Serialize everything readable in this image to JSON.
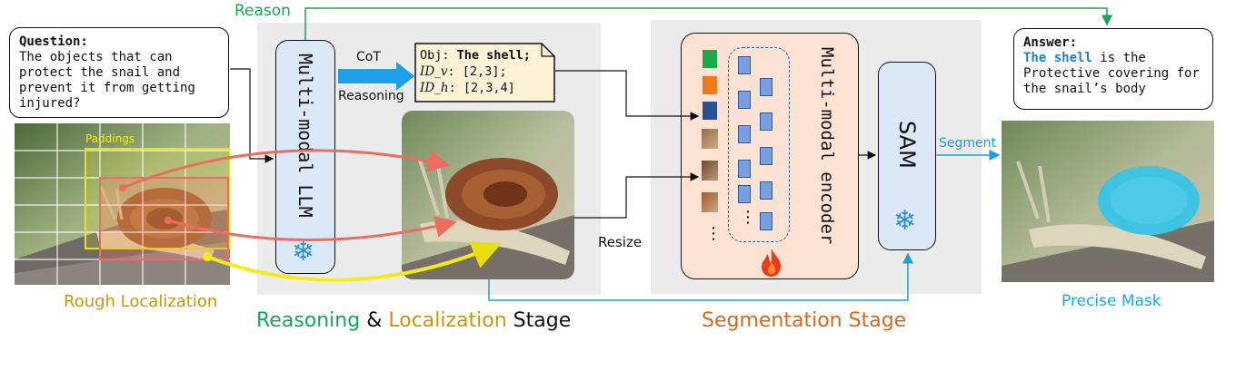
{
  "question": {
    "heading": "Question:",
    "text": "The objects that can protect the snail and prevent it from getting injured?"
  },
  "answer": {
    "heading": "Answer:",
    "highlight": "The shell",
    "text": " is the Protective covering for the snail’s body"
  },
  "labels": {
    "reason": "Reason",
    "paddings": "Paddings",
    "rough_localization": "Rough Localization",
    "cot": "CoT",
    "reasoning": "Reasoning",
    "resize": "Resize",
    "segment": "Segment",
    "precise_mask": "Precise Mask"
  },
  "llm_label": "Multi-modal LLM",
  "encoder_label": "Multi-modal encoder",
  "sam_label": "SAM",
  "cot_box": {
    "obj_key": "Obj:",
    "obj_value": "The shell;",
    "idv_key": "ID_v",
    "idv_value": ": [2,3];",
    "idh_key": "ID_h",
    "idh_value": ": [2,3,4]"
  },
  "stage_titles": {
    "reasoning": "Reasoning",
    "amp": " & ",
    "localization": "Localization",
    "stage": " Stage",
    "segmentation": "Segmentation Stage"
  },
  "ellipsis": "⋮",
  "icons": {
    "frozen": "snowflake-icon",
    "trainable": "fire-icon"
  },
  "colors": {
    "reason_green": "#1aa35a",
    "localization_gold": "#c8960c",
    "segmentation_orange": "#d2691e",
    "segment_blue": "#1e9fd8",
    "llm_fill": "#dbe8f8",
    "encoder_fill": "#fbe2d2",
    "arrow_red": "#ef6b5f",
    "arrow_yellow": "#f4ec14",
    "grid_yellow": "#e4e41a"
  }
}
